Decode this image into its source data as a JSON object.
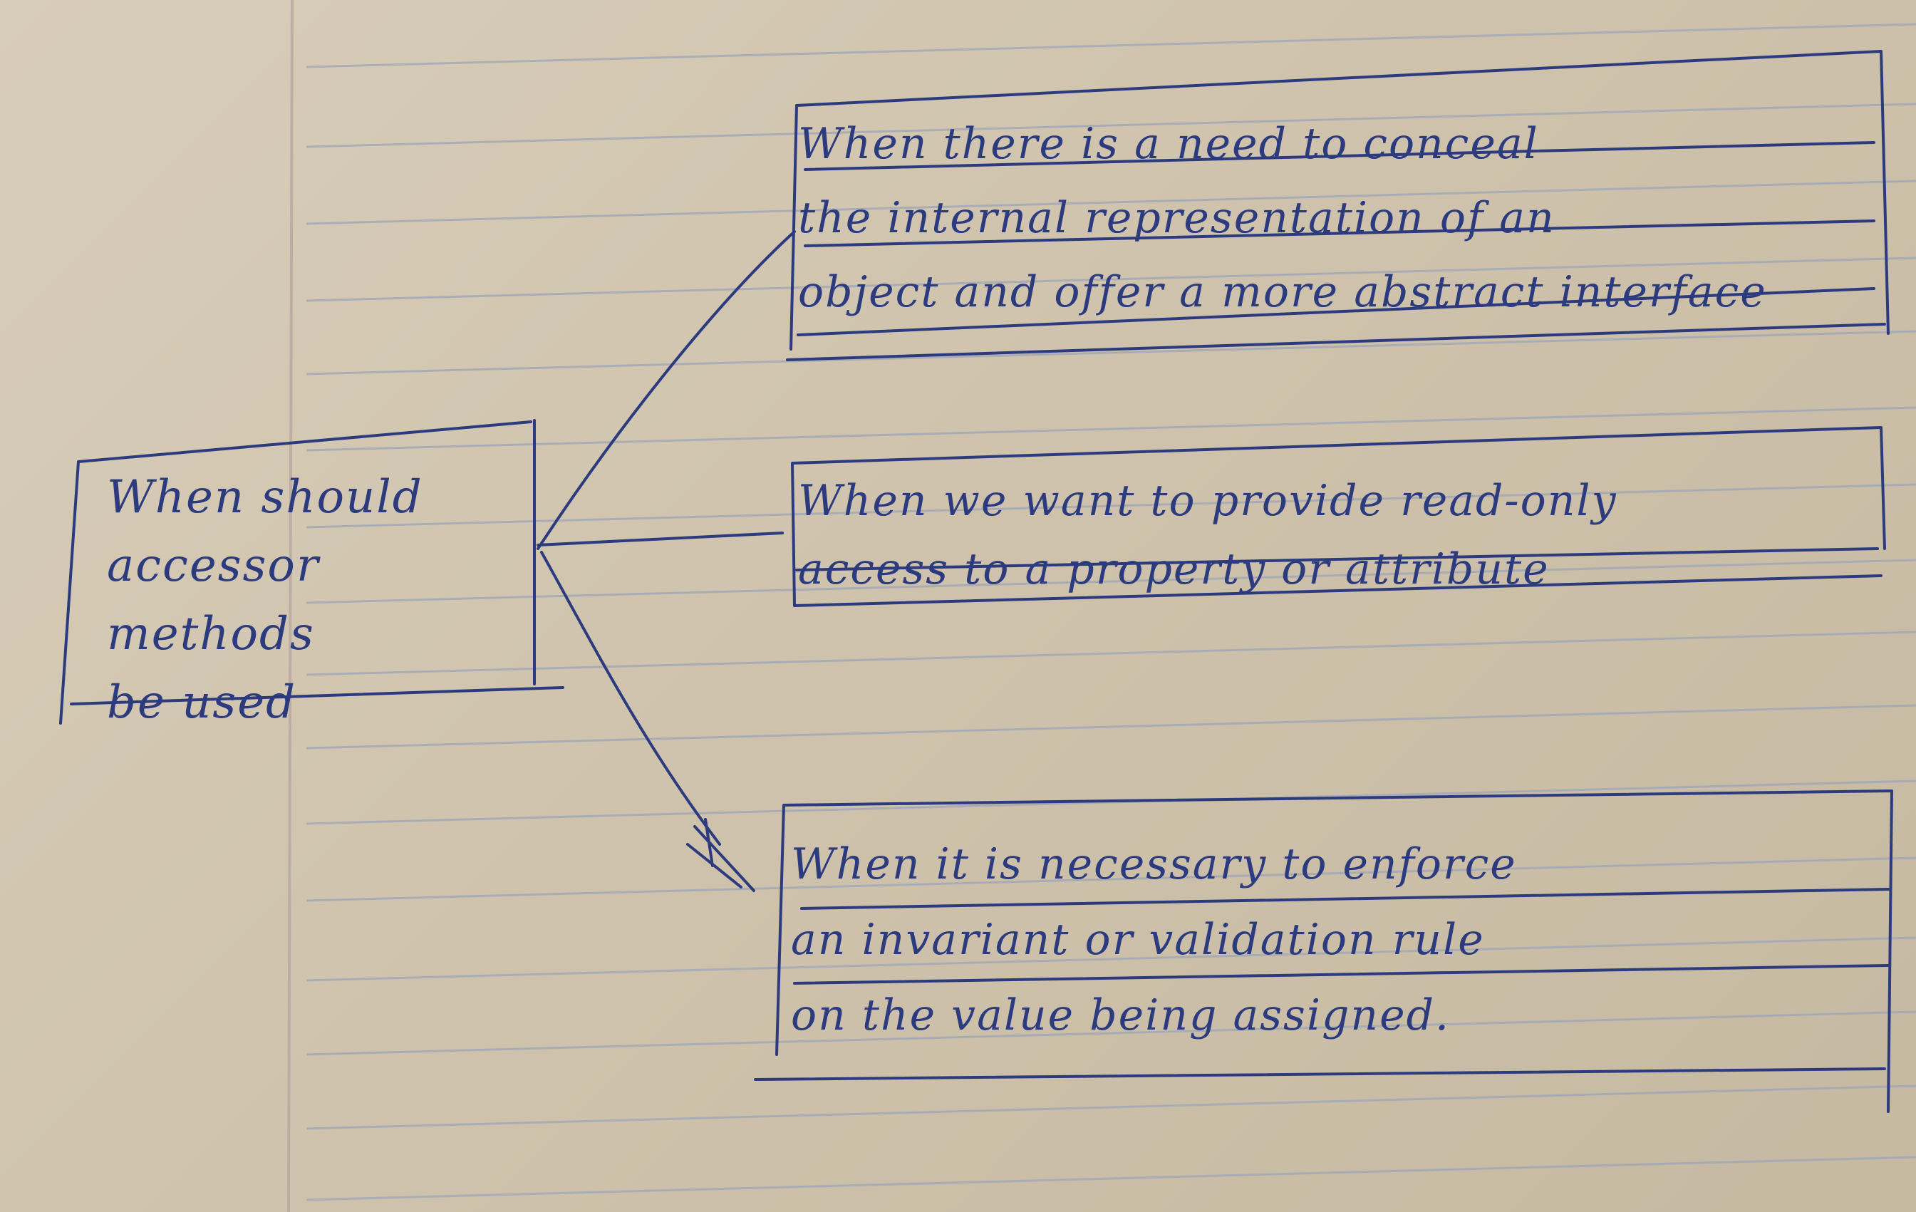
{
  "notebook": {
    "ink_color": "#2c3a7e",
    "paper_color": "#d3c8b3",
    "rule_color": "#9ea5b8",
    "margin_color": "#b9a7a0"
  },
  "mind_map": {
    "central_node": {
      "text": "When should\naccessor methods\nbe used"
    },
    "branches": [
      {
        "text": "When there is a need to conceal\nthe internal representation of an\nobject and offer a more abstract interface"
      },
      {
        "text": "When we want to provide read-only\naccess to a property or attribute"
      },
      {
        "text": "When it is necessary to enforce\nan invariant or validation rule\non the value being assigned."
      }
    ]
  }
}
